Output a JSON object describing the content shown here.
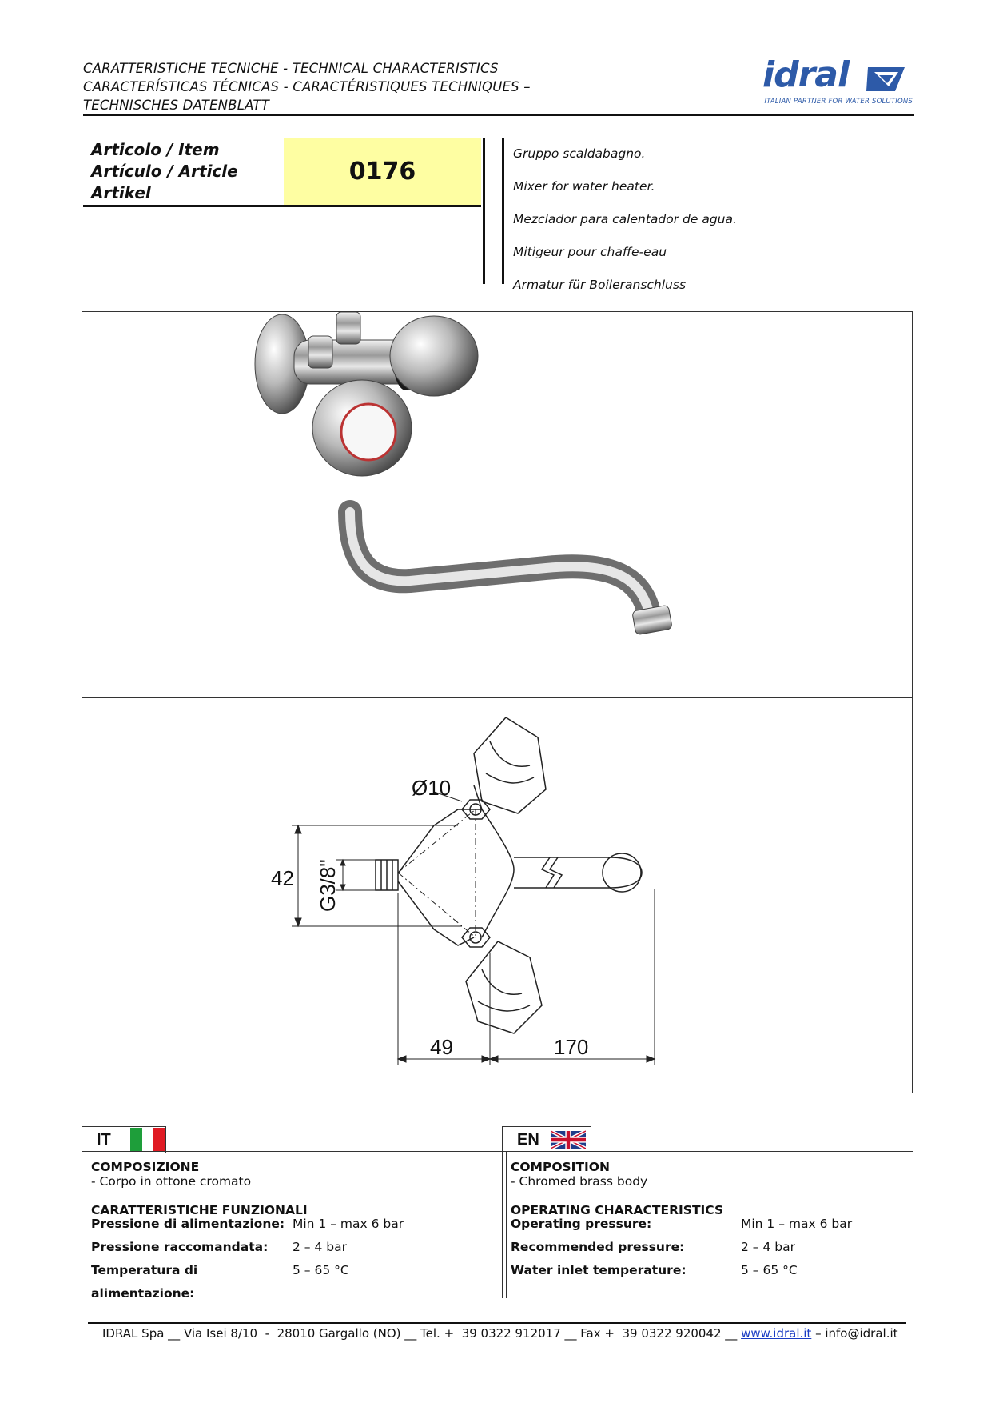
{
  "header": {
    "lines": [
      "CARATTERISTICHE TECNICHE - TECHNICAL CHARACTERISTICS",
      "CARACTERÍSTICAS TÉCNICAS - CARACTÉRISTIQUES TECHNIQUES –",
      "TECHNISCHES DATENBLATT"
    ],
    "logo_text": "idral",
    "logo_tagline": "ITALIAN PARTNER FOR WATER SOLUTIONS",
    "brand_color": "#2d5aa8"
  },
  "item": {
    "labels": [
      "Articolo / Item",
      "Artículo / Article",
      "Artikel"
    ],
    "code": "0176",
    "code_bg_color": "#fefea2",
    "descriptions": [
      "Gruppo scaldabagno.",
      "Mixer for water heater.",
      "Mezclador para calentador de agua.",
      "Mitigeur pour chaffe-eau",
      "Armatur für Boileranschluss"
    ]
  },
  "drawing": {
    "dim_diameter": "Ø10",
    "dim_thread": "G3/8\"",
    "dim_height": "42",
    "dim_left": "49",
    "dim_right": "170"
  },
  "sections": {
    "it": {
      "code": "IT",
      "composition_title": "COMPOSIZIONE",
      "composition_text": "- Corpo in ottone cromato",
      "operating_title": "CARATTERISTICHE FUNZIONALI",
      "rows": [
        {
          "label": "Pressione di alimentazione:",
          "value": "Min 1 – max 6 bar"
        },
        {
          "label": "Pressione raccomandata:",
          "value": "2 – 4 bar"
        },
        {
          "label": "Temperatura di alimentazione:",
          "value": "5 – 65 °C"
        }
      ]
    },
    "en": {
      "code": "EN",
      "composition_title": "COMPOSITION",
      "composition_text": "- Chromed brass body",
      "operating_title": "OPERATING CHARACTERISTICS",
      "rows": [
        {
          "label": "Operating pressure:",
          "value": "Min 1 – max 6 bar"
        },
        {
          "label": "Recommended pressure:",
          "value": "2 – 4 bar"
        },
        {
          "label": "Water inlet temperature:",
          "value": "5 – 65 °C"
        }
      ]
    }
  },
  "footer": {
    "text_before": "IDRAL Spa __ Via Isei 8/10  -  28010 Gargallo (NO) __ Tel. +  39 0322 912017 __ Fax +  39 0322 920042 __ ",
    "link": "www.idral.it",
    "text_after": " – info@idral.it"
  }
}
